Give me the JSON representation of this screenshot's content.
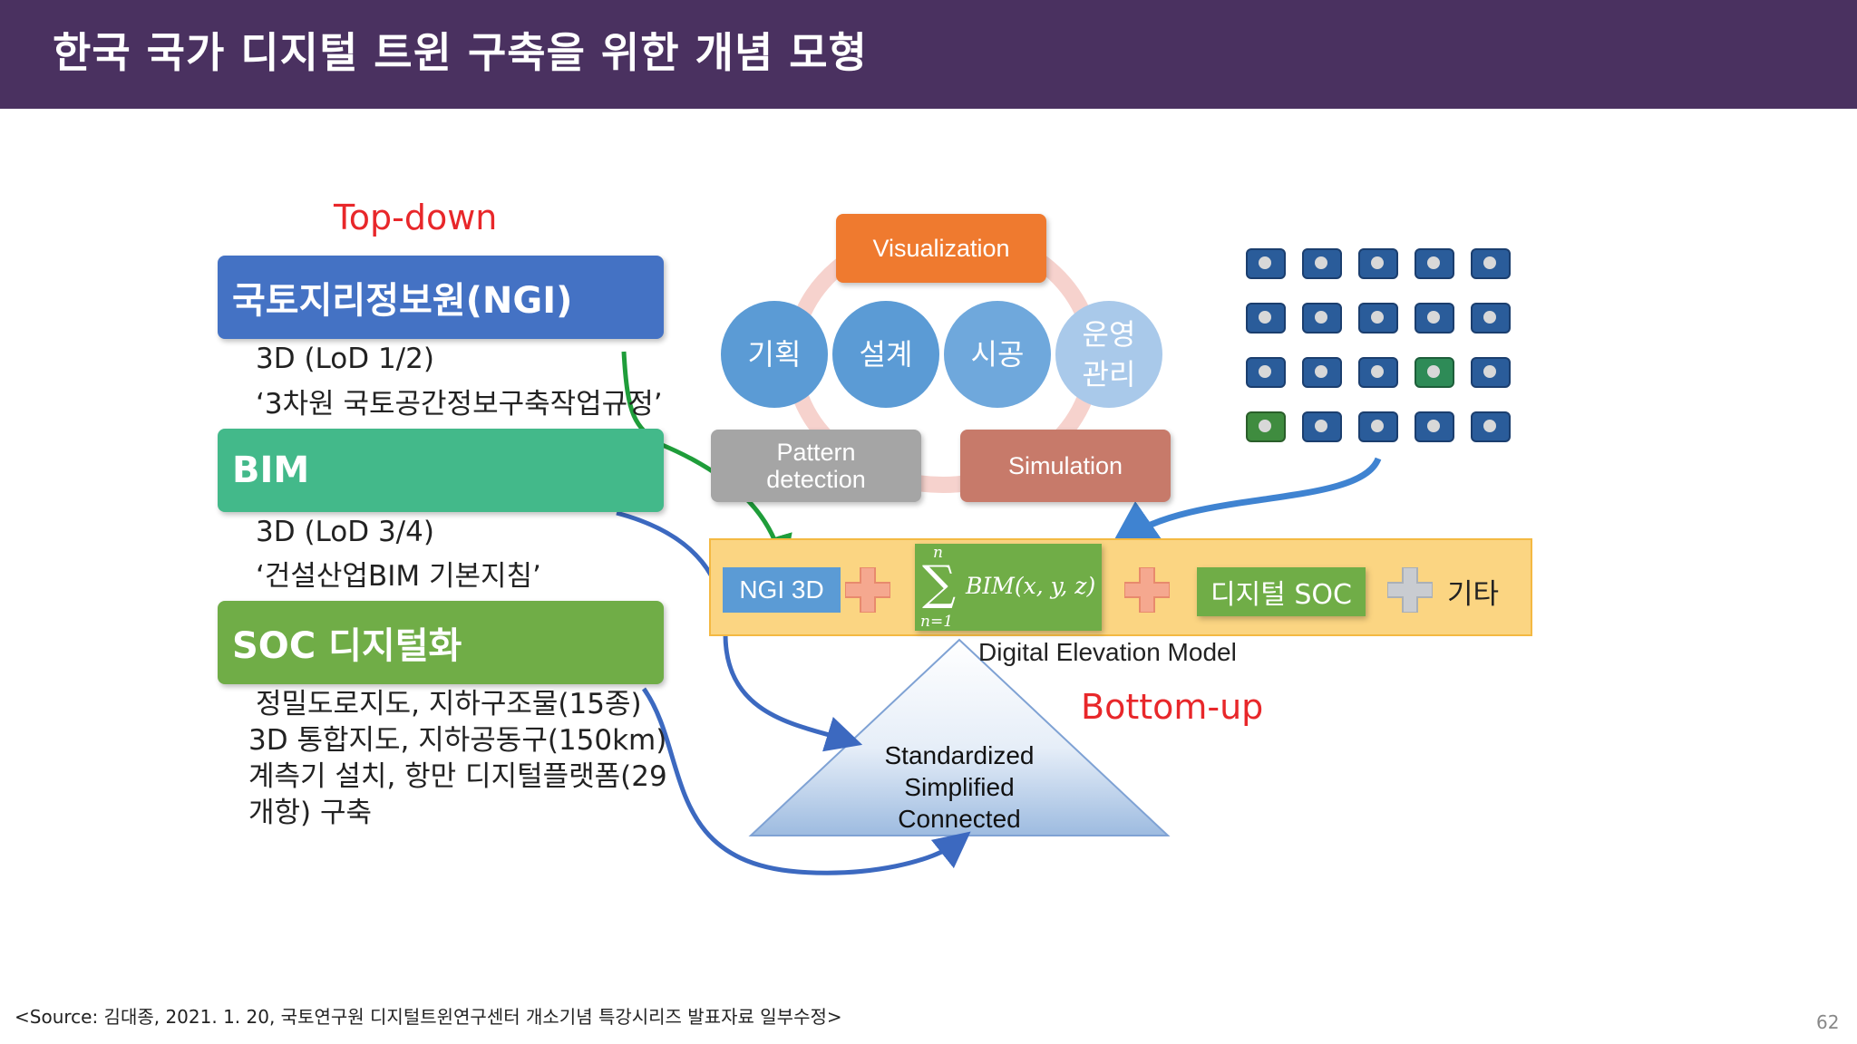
{
  "header": {
    "title": "한국 국가 디지털 트윈 구축을 위한 개념 모형"
  },
  "labels": {
    "top_down": "Top-down",
    "bottom_up": "Bottom-up"
  },
  "left_boxes": [
    {
      "title": "국토지리정보원(NGI)",
      "lines": [
        "3D (LoD 1/2)",
        "‘3차원 국토공간정보구축작업규정’"
      ],
      "color": "#4472c4"
    },
    {
      "title": "BIM",
      "lines": [
        "3D (LoD 3/4)",
        "‘건설산업BIM 기본지침’"
      ],
      "color": "#43b98a"
    },
    {
      "title": "SOC 디지털화",
      "lines": [
        "정밀도로지도, 지하구조물(15종)",
        "3D 통합지도, 지하공동구(150km)",
        "계측기 설치, 항만 디지털플랫폼(29",
        "개항) 구축"
      ],
      "color": "#70ad47"
    }
  ],
  "cycle": {
    "visualization": "Visualization",
    "pattern_detection": [
      "Pattern",
      "detection"
    ],
    "simulation": "Simulation",
    "stages": [
      {
        "label": [
          "기획"
        ]
      },
      {
        "label": [
          "설계"
        ]
      },
      {
        "label": [
          "시공"
        ]
      },
      {
        "label": [
          "운영",
          "관리"
        ]
      }
    ]
  },
  "band": {
    "ngi3d": "NGI 3D",
    "bim_formula": {
      "upper": "n",
      "lower": "n=1",
      "expr": "BIM(x, y, z)"
    },
    "digital_soc": "디지털 SOC",
    "etc": "기타"
  },
  "dem_label": "Digital Elevation Model",
  "triangle": {
    "lines": [
      "Standardized",
      "Simplified",
      "Connected"
    ]
  },
  "footer": {
    "source": "<Source:  김대종, 2021. 1. 20, 국토연구원 디지털트윈연구센터 개소기념 특강시리즈 발표자료 일부수정>",
    "page": "62"
  },
  "icons": {
    "sensors": "sensor-module-icon",
    "plus": "plus-icon"
  }
}
